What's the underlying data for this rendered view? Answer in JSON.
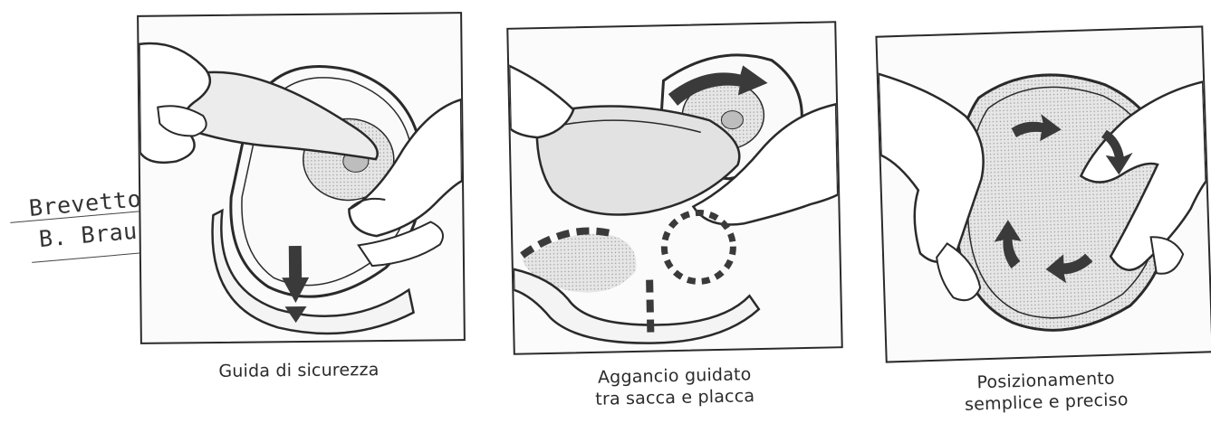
{
  "stamp": {
    "line1": "Brevetto",
    "line2": "B. Braun"
  },
  "panels": [
    {
      "caption_lines": [
        "Guida di sicurezza"
      ]
    },
    {
      "caption_lines": [
        "Aggancio guidato",
        "tra sacca e placca"
      ]
    },
    {
      "caption_lines": [
        "Posizionamento",
        "semplice e preciso"
      ]
    }
  ],
  "colors": {
    "ink": "#2a2a2a",
    "screen_gray": "#cfcfcf",
    "arrow": "#3a3a3a"
  },
  "icons": [
    "down-arrow-icon",
    "rotate-arrow-icon",
    "dashed-circle-icon",
    "curved-arrows-icon"
  ]
}
